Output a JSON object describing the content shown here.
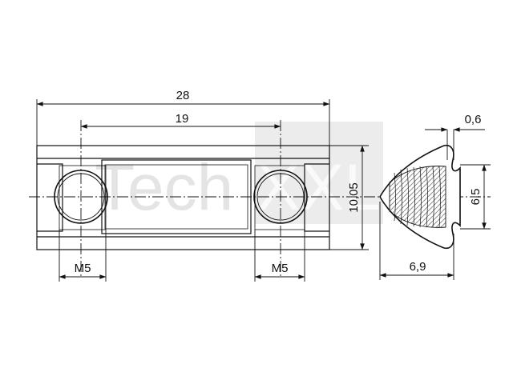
{
  "watermark": {
    "text_a": "Tech",
    "text_b": "XXL"
  },
  "dimensions": {
    "overall_length": "28",
    "hole_spacing": "19",
    "thread_left": "M5",
    "thread_right": "M5",
    "height": "10,05",
    "profile_offset": "0,6",
    "profile_height": "6,5",
    "profile_width": "6,9"
  },
  "colors": {
    "line": "#111111",
    "watermark": "#d8d8d8",
    "hatch": "#8a8a8a"
  }
}
